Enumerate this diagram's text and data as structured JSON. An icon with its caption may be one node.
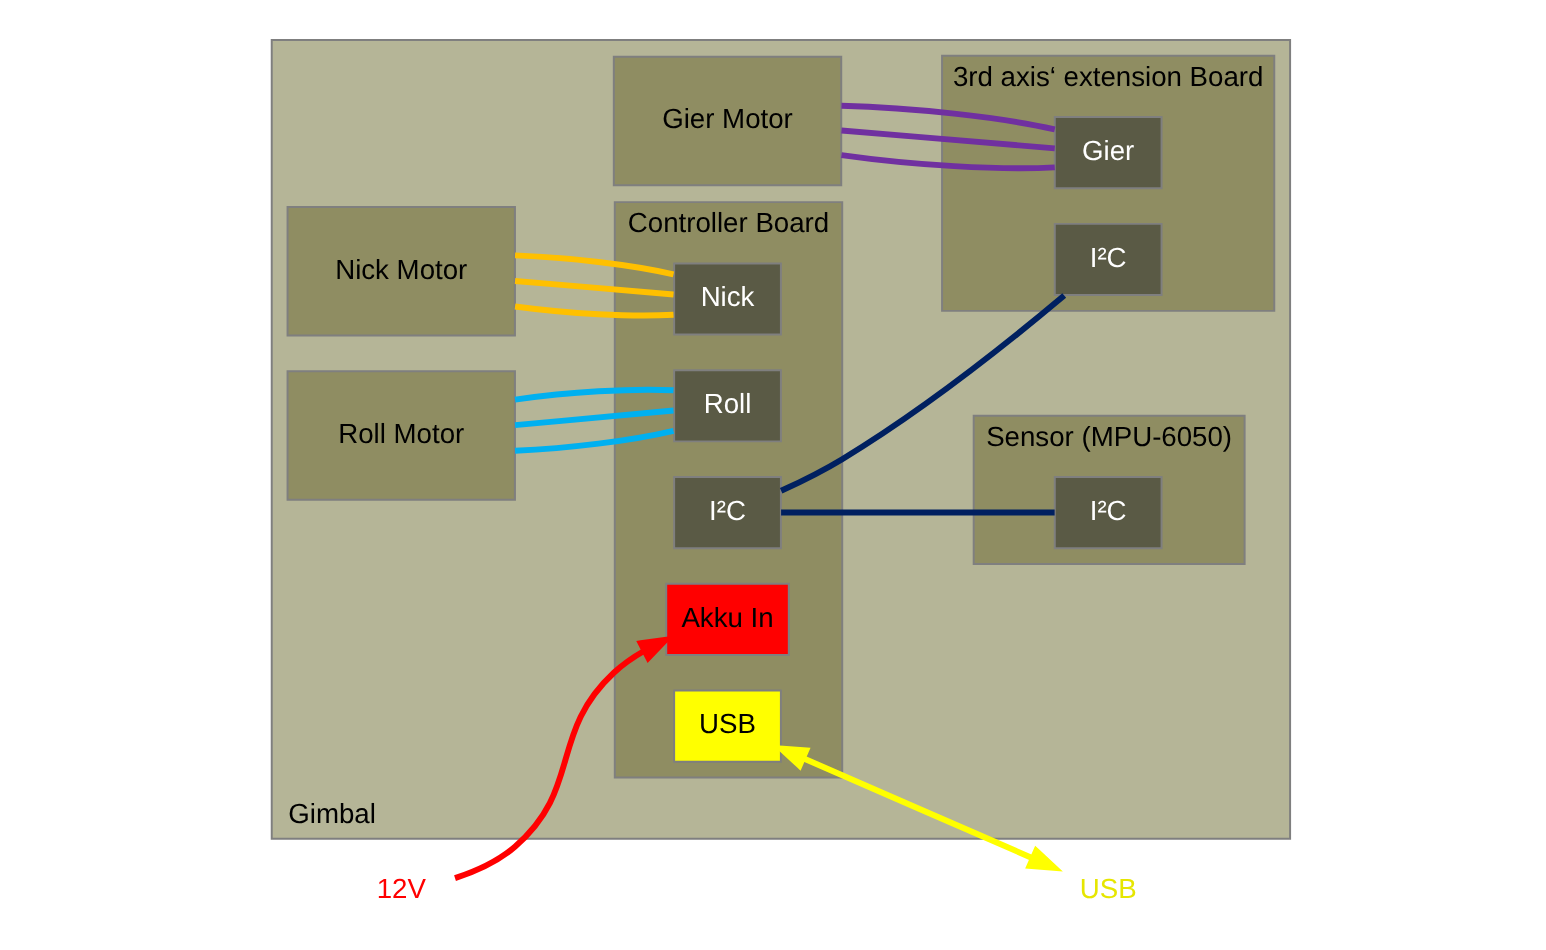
{
  "diagram": {
    "nodes": [
      {
        "text": [
          "Gimbal"
        ]
      },
      {
        "text": [
          "Nick Motor"
        ],
        "in": 0
      },
      {
        "text": [
          "Roll Motor"
        ],
        "in": 0
      },
      {
        "text": [
          "Gier Motor"
        ],
        "in": 0
      },
      {
        "text": [
          "Controller Board"
        ],
        "in": 0
      },
      {
        "text": [
          "Nick"
        ],
        "in": 4
      },
      {
        "text": [
          "Roll"
        ],
        "in": 4
      },
      {
        "text": [
          "USB"
        ],
        "in": 4
      },
      {
        "text": [
          "Akku In"
        ],
        "in": 4
      },
      {
        "text": [
          "I²C"
        ],
        "in": 4
      },
      {
        "text": [
          "3rd axis‘ extension Board"
        ],
        "in": 0
      },
      {
        "text": [
          "Gier"
        ],
        "in": 10
      },
      {
        "text": [
          "I²C"
        ],
        "in": 10
      },
      {
        "text": [
          "Sensor (MPU-6050)"
        ],
        "in": 0
      },
      {
        "text": [
          "I²C"
        ],
        "in": 13
      },
      {
        "text": [
          "USB"
        ]
      },
      {
        "text": [
          "12V"
        ]
      }
    ],
    "edges": [
      {
        "from": 1,
        "to": 5,
        "arrow": "none",
        "color": "#ffc000"
      },
      {
        "from": 1,
        "to": 5,
        "arrow": "none",
        "color": "#ffc000"
      },
      {
        "from": 1,
        "to": 5,
        "arrow": "none",
        "color": "#ffc000"
      },
      {
        "from": 2,
        "to": 6,
        "arrow": "none",
        "color": "#00b0f0"
      },
      {
        "from": 2,
        "to": 6,
        "arrow": "none",
        "color": "#00b0f0"
      },
      {
        "from": 2,
        "to": 6,
        "arrow": "none",
        "color": "#00b0f0"
      },
      {
        "from": 3,
        "to": 11,
        "arrow": "none",
        "color": "#7030a0"
      },
      {
        "from": 3,
        "to": 11,
        "arrow": "none",
        "color": "#7030a0"
      },
      {
        "from": 3,
        "to": 11,
        "arrow": "none",
        "color": "#7030a0"
      },
      {
        "from": 9,
        "to": 12,
        "arrow": "none",
        "color": "#002060"
      },
      {
        "from": 9,
        "to": 14,
        "arrow": "none",
        "color": "#002060"
      },
      {
        "from": 7,
        "to": 15,
        "arrow": "both",
        "color": "#ffff00"
      },
      {
        "from": 16,
        "to": 8,
        "arrow": "to",
        "color": "#ff0000"
      }
    ]
  }
}
